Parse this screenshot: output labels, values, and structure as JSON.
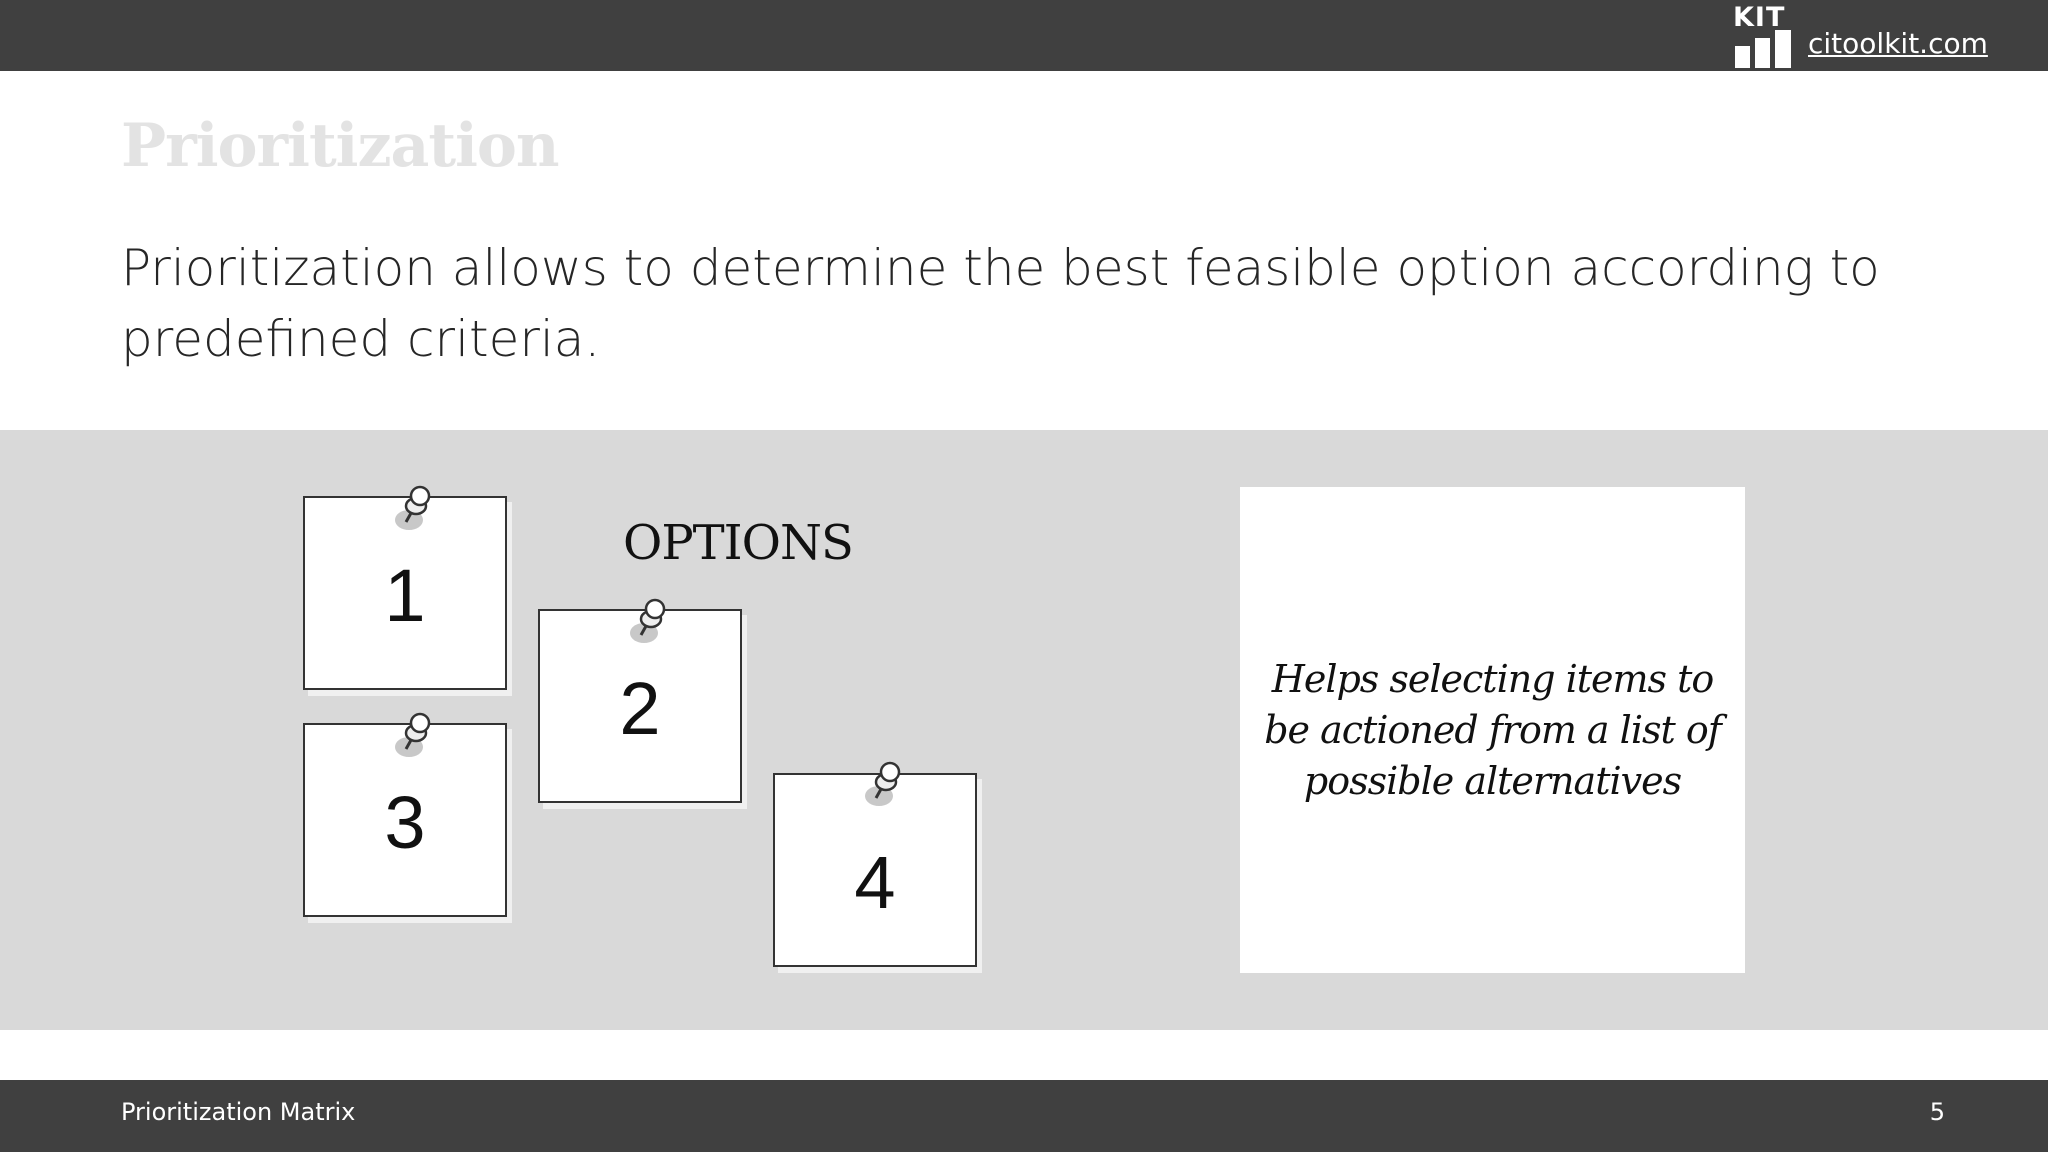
{
  "header": {
    "logo_text": "KIT",
    "site_link": "citoolkit.com"
  },
  "slide": {
    "title": "Prioritization",
    "intro": "Prioritization allows to determine the best feasible option according to predefined criteria.",
    "options_label": "OPTIONS",
    "notes": [
      "1",
      "2",
      "3",
      "4"
    ],
    "description": "Helps selecting items to be actioned from a list of possible alternatives"
  },
  "footer": {
    "title": "Prioritization Matrix",
    "page_number": "5"
  },
  "colors": {
    "bars": "#404040",
    "band": "#d9d9d9",
    "title": "#e3e3e3"
  },
  "icons": {
    "logo": "kit-logo-icon",
    "pin": "pushpin-icon"
  }
}
